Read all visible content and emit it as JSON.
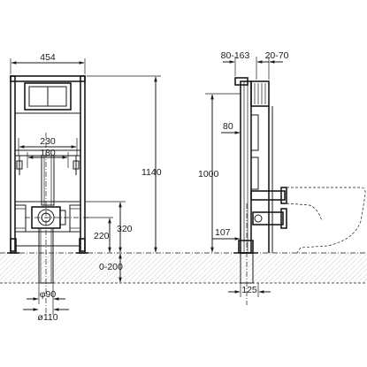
{
  "front_view": {
    "width_label": "454",
    "height_label": "1140",
    "outer_spacing_label": "230",
    "inner_spacing_label": "180",
    "drain_height_label": "320",
    "inlet_height_label": "220",
    "floor_range_label": "0-200",
    "pipe_outer_label": "φ90",
    "pipe_inner_label": "ø110"
  },
  "side_view": {
    "offset_range_label": "80-163",
    "depth_range_label": "20-70",
    "height_label": "1000",
    "top_offset_label": "80",
    "outlet_offset_label": "107",
    "base_depth_label": "125"
  },
  "colors": {
    "ink": "#1a1a1a",
    "paper": "#ffffff",
    "hatch": "#888888"
  }
}
